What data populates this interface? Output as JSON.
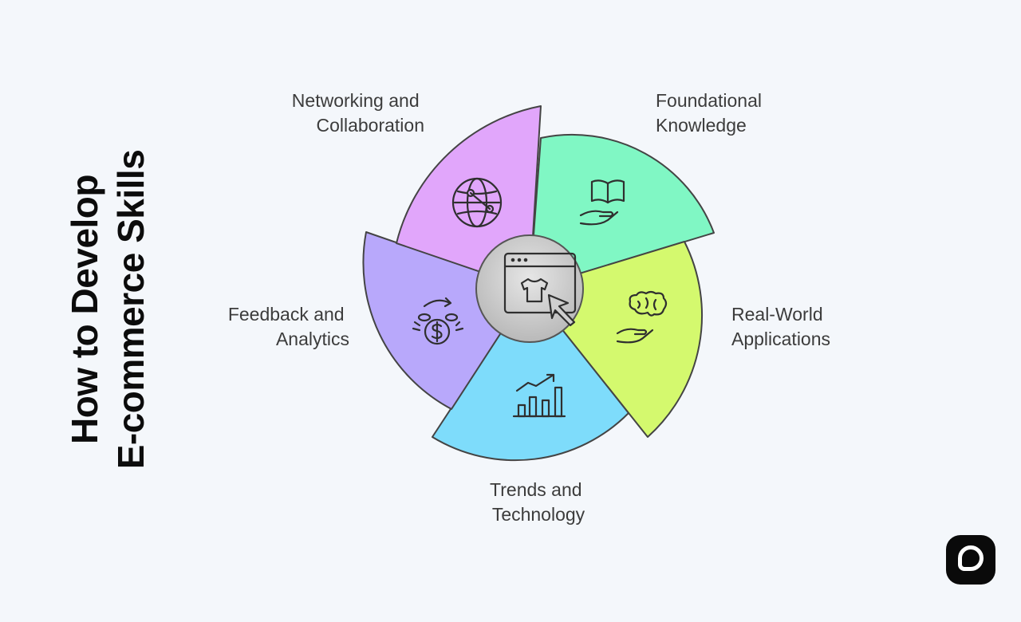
{
  "title": {
    "line1": "How to Develop",
    "line2": "E-commerce Skills"
  },
  "center": {
    "icon": "online-shopping-browser-icon"
  },
  "segments": [
    {
      "id": "foundational",
      "label_lines": [
        "Foundational",
        "Knowledge"
      ],
      "color": "#80f7c4",
      "icon": "book-in-hand-icon"
    },
    {
      "id": "real-world",
      "label_lines": [
        "Real-World",
        "Applications"
      ],
      "color": "#d4f96e",
      "icon": "brain-in-hand-icon"
    },
    {
      "id": "trends",
      "label_lines": [
        "Trends and",
        "Technology"
      ],
      "color": "#7edcfb",
      "icon": "growth-chart-icon"
    },
    {
      "id": "feedback",
      "label_lines": [
        "Feedback and",
        "Analytics"
      ],
      "color": "#b8a8fb",
      "icon": "money-cycle-icon"
    },
    {
      "id": "networking",
      "label_lines": [
        "Networking and",
        "Collaboration"
      ],
      "color": "#e1a6fb",
      "icon": "globe-network-icon"
    }
  ]
}
